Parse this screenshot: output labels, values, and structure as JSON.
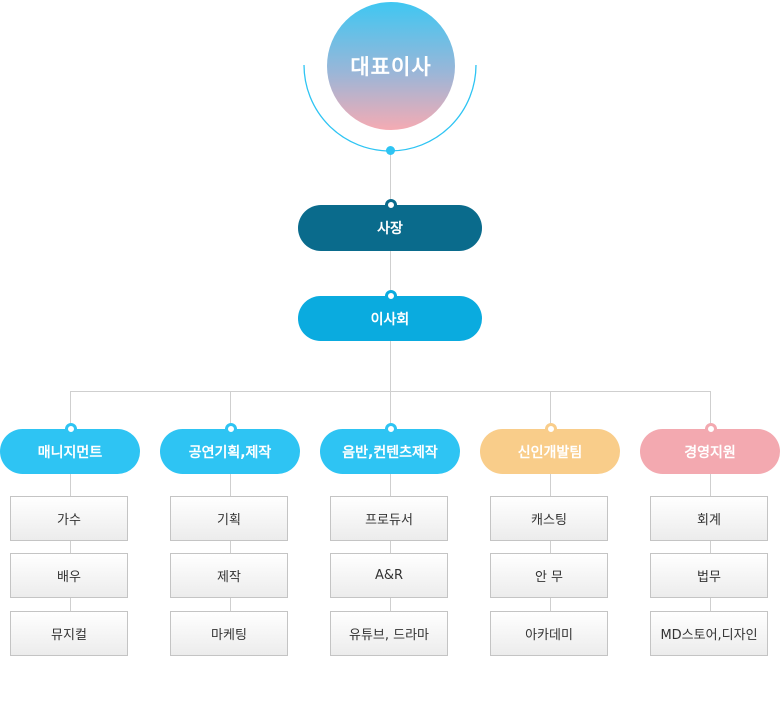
{
  "top": {
    "label": "대표이사",
    "colors": {
      "top": "#3fc7f2",
      "bottom": "#f5abb3"
    }
  },
  "president": {
    "label": "사장",
    "color": "#0a6b8c"
  },
  "board": {
    "label": "이사회",
    "color": "#0aabdf"
  },
  "departments": [
    {
      "label": "매니지먼트",
      "color": "#2ec4f3",
      "items": [
        "가수",
        "배우",
        "뮤지컬"
      ]
    },
    {
      "label": "공연기획,제작",
      "color": "#2ec4f3",
      "items": [
        "기획",
        "제작",
        "마케팅"
      ]
    },
    {
      "label": "음반,컨텐츠제작",
      "color": "#2ec4f3",
      "items": [
        "프로듀서",
        "A&R",
        "유튜브, 드라마"
      ]
    },
    {
      "label": "신인개발팀",
      "color": "#f9cd8a",
      "items": [
        "캐스팅",
        "안 무",
        "아카데미"
      ]
    },
    {
      "label": "경영지원",
      "color": "#f3a9b0",
      "items": [
        "회계",
        "법무",
        "MD스토어,디자인"
      ]
    }
  ]
}
